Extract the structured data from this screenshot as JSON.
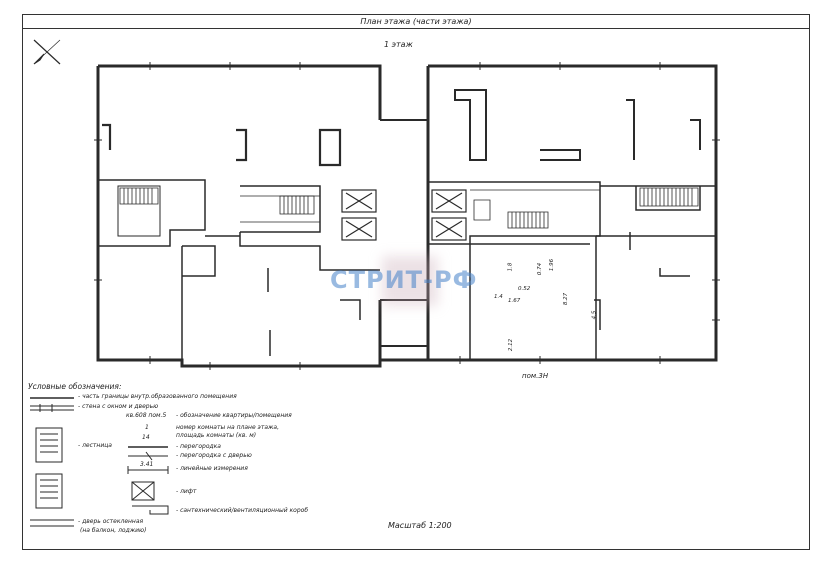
{
  "sheet": {
    "title": "План этажа (части этажа)",
    "floor": "1 этаж",
    "scale": "Масштаб 1:200",
    "room_label": "пом.3Н"
  },
  "watermark": "СТРИТ-РФ",
  "room_dims": [
    "1.67",
    "8.27",
    "4.5",
    "2.12",
    "1.8",
    "0.74",
    "1.96",
    "0.52",
    "1.4"
  ],
  "legend": {
    "heading": "Условные обозначения:",
    "items": [
      "- часть границы внутр.образованного помещения",
      "- стена с окном и дверью",
      "- обозначение квартиры/помещения",
      "номер комнаты на плане этажа,",
      "площадь комнаты (кв. м)",
      "- перегородка",
      "- перегородка с дверью",
      "- линейные измерения",
      "- лифт",
      "- сантехнический/вентиляционный короб",
      "- дверь остекленная",
      "(на балкон, лоджию)"
    ],
    "apt_label": "кв.608  пом.5",
    "stair_label": "- лестница",
    "fraction_top": "1",
    "fraction_bottom": "14",
    "dim_example": "3.41"
  },
  "colors": {
    "line": "#2a2a2a",
    "watermark": "#4682c8"
  }
}
